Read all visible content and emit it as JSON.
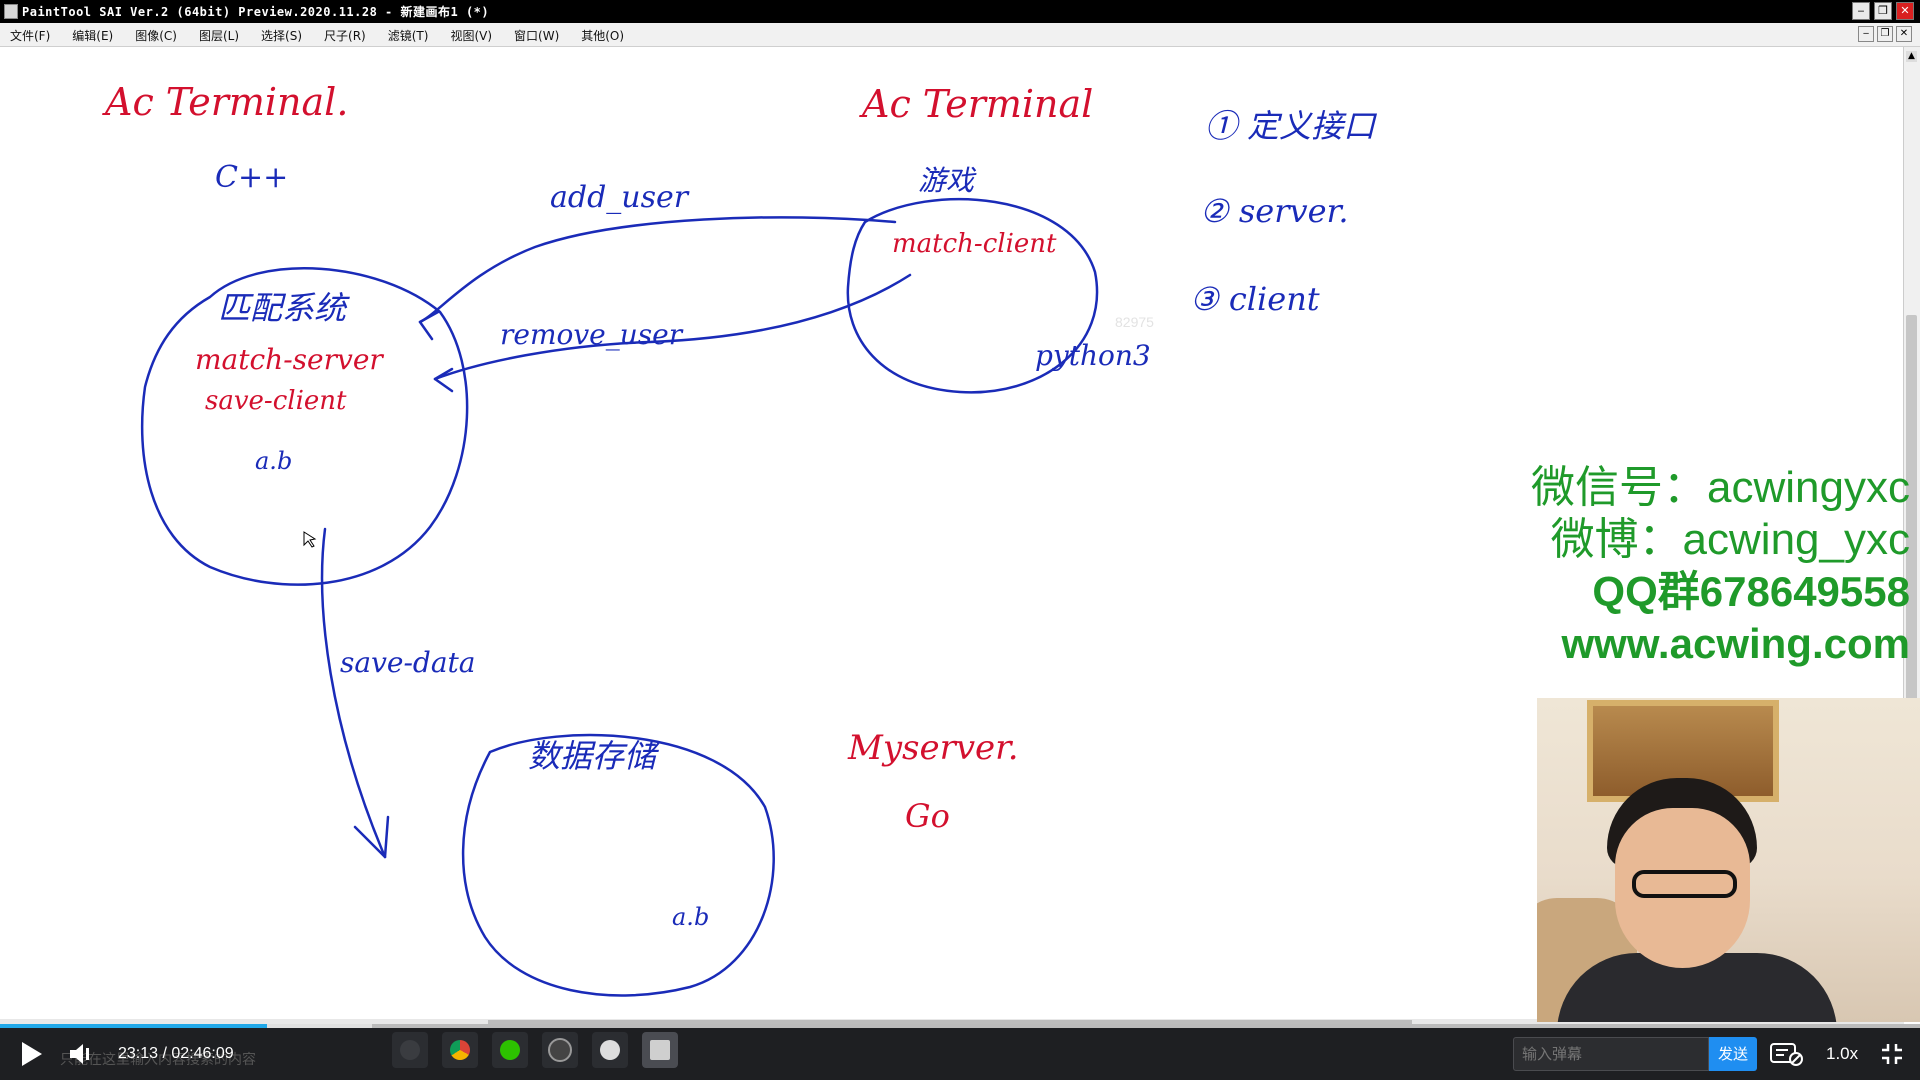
{
  "window": {
    "title": "PaintTool SAI Ver.2 (64bit) Preview.2020.11.28 - 新建画布1 (*)",
    "buttons": [
      "minimize",
      "maximize",
      "close"
    ]
  },
  "menu": {
    "items": [
      "文件(F)",
      "编辑(E)",
      "图像(C)",
      "图层(L)",
      "选择(S)",
      "尺子(R)",
      "滤镜(T)",
      "视图(V)",
      "窗口(W)",
      "其他(O)"
    ]
  },
  "canvas": {
    "ink_colors": {
      "blue": "#1a2bb8",
      "red": "#d3102e"
    },
    "labels": {
      "left_title": "Ac Terminal.",
      "left_lang": "C++",
      "match_system": "匹配系统",
      "match_server": "match-server",
      "save_client": "save-client",
      "ab_left": "a.b",
      "right_title": "Ac Terminal",
      "game": "游戏",
      "match_client": "match-client",
      "python": "python3",
      "add_user": "add_user",
      "remove_user": "remove_user",
      "save_data": "save-data",
      "data_storage": "数据存储",
      "ab_bottom": "a.b",
      "myserver": "Myserver.",
      "lang_go": "Go",
      "faint_number": "82975",
      "step1": "① 定义接口",
      "step2": "② server.",
      "step3": "③ client"
    }
  },
  "watermark": {
    "line1": "微信号：acwingyxc",
    "line2": "微博：acwing_yxc",
    "line3": "QQ群678649558",
    "line4": "www.acwing.com",
    "color": "#1f9a2a"
  },
  "player": {
    "time": "23:13 / 02:46:09",
    "progress": 0.139,
    "buffered": 0.194,
    "danmaku_placeholder": "输入弹幕",
    "danmaku_ghost": "只能在这里输入内容搜索的内容",
    "send_label": "发送",
    "speed": "1.0x",
    "accent": "#1f8ef1"
  }
}
